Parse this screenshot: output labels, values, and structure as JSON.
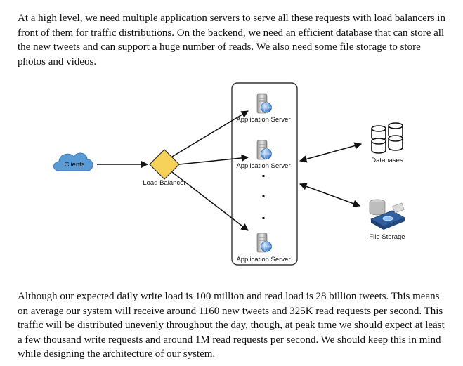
{
  "paragraphs": {
    "intro": "At a high level, we need multiple application servers to serve all these requests with load balancers in front of them for traffic distributions. On the backend, we need an efficient database that can store all the new tweets and can support a huge number of reads. We also need some file storage to store photos and videos.",
    "load": "Although our expected daily write load is 100 million and read load is 28 billion tweets. This means on average our system will receive around 1160 new tweets and 325K read requests per second. This traffic will be distributed unevenly throughout the day, though, at peak time we should expect at least a few thousand write requests and around 1M read requests per second. We should keep this in mind while designing the architecture of our system."
  },
  "diagram": {
    "clients_label": "Clients",
    "load_balancer_label": "Load Balancer",
    "app_server_labels": [
      "Application Server",
      "Application Server",
      "Application Server"
    ],
    "databases_label": "Databases",
    "file_storage_label": "File Storage",
    "colors": {
      "cloud": "#5b9bd5",
      "load_balancer": "#f7d25b",
      "server_box": "#333333"
    },
    "icons": [
      "cloud-icon",
      "diamond-icon",
      "server-globe-icon",
      "database-icon",
      "file-storage-icon"
    ]
  }
}
